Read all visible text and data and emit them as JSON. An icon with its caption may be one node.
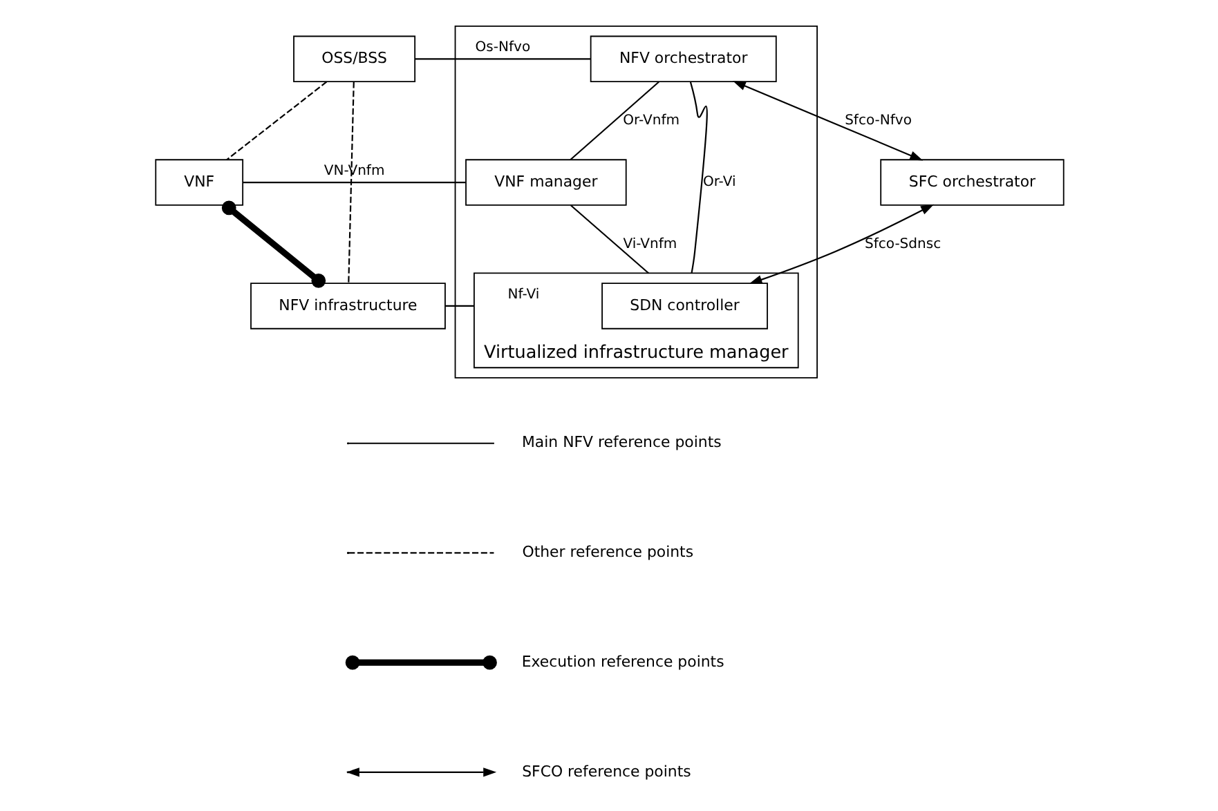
{
  "diagram": {
    "nodes": [
      {
        "text": [
          "OSS/BSS"
        ]
      },
      {
        "text": [],
        "shape": "box"
      },
      {
        "text": [
          "NFV orchestrator"
        ],
        "in": 1
      },
      {
        "text": [
          "VNF"
        ]
      },
      {
        "text": [
          "VNF manager"
        ],
        "in": 1
      },
      {
        "text": [
          "SFC orchestrator"
        ]
      },
      {
        "text": [
          "NFV infrastructure"
        ]
      },
      {
        "text": [
          "Virtualized infrastructure manager"
        ],
        "in": 1
      },
      {
        "text": [
          "SDN controller"
        ],
        "in": 7
      }
    ],
    "edges": [
      {
        "from": 0,
        "to": 2,
        "arrow": "none",
        "label": "Os-Nfvo"
      },
      {
        "from": 0,
        "to": 3,
        "arrow": "none",
        "style": "dashed"
      },
      {
        "from": 0,
        "to": 6,
        "arrow": "none",
        "style": "dashed"
      },
      {
        "from": 2,
        "to": 4,
        "arrow": "none",
        "label": "Or-Vnfm"
      },
      {
        "from": 5,
        "to": 2,
        "arrow": "both",
        "label": "Sfco-Nfvo"
      },
      {
        "from": 3,
        "to": 4,
        "arrow": "none",
        "label": "VN-Vnfm"
      },
      {
        "from": 3,
        "to": 6,
        "arrow": "other",
        "style": "thick"
      },
      {
        "from": 4,
        "to": 7,
        "arrow": "none",
        "label": "Vi-Vnfm"
      },
      {
        "from": 2,
        "to": 7,
        "arrow": "none",
        "label": "Or-Vi"
      },
      {
        "from": 6,
        "to": 7,
        "arrow": "none",
        "label": "Nf-Vi"
      },
      {
        "from": 5,
        "to": 8,
        "arrow": "both",
        "label": "Sfco-Sdnsc"
      }
    ],
    "legend": [
      {
        "text": "Main NFV reference points"
      },
      {
        "text": "Other reference points"
      },
      {
        "text": "Execution reference points"
      },
      {
        "text": "SFCO reference points"
      }
    ]
  }
}
